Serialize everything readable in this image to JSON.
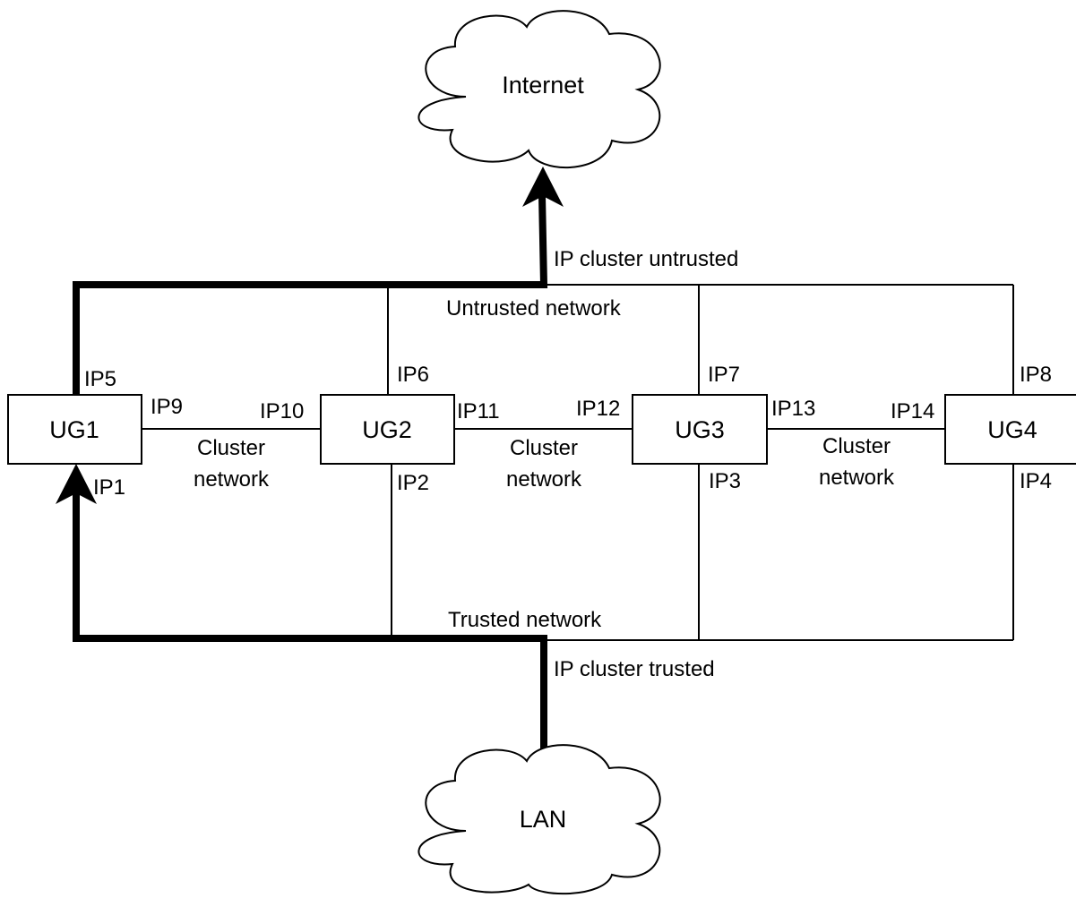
{
  "clouds": {
    "internet": "Internet",
    "lan": "LAN"
  },
  "nodes": {
    "ug1": "UG1",
    "ug2": "UG2",
    "ug3": "UG3",
    "ug4": "UG4"
  },
  "networks": {
    "untrusted": "Untrusted network",
    "trusted": "Trusted network",
    "cluster_untrusted": "IP cluster untrusted",
    "cluster_trusted": "IP cluster trusted",
    "cluster_line1": "Cluster",
    "cluster_line2": "network"
  },
  "ips": {
    "ip1": "IP1",
    "ip2": "IP2",
    "ip3": "IP3",
    "ip4": "IP4",
    "ip5": "IP5",
    "ip6": "IP6",
    "ip7": "IP7",
    "ip8": "IP8",
    "ip9": "IP9",
    "ip10": "IP10",
    "ip11": "IP11",
    "ip12": "IP12",
    "ip13": "IP13",
    "ip14": "IP14"
  }
}
